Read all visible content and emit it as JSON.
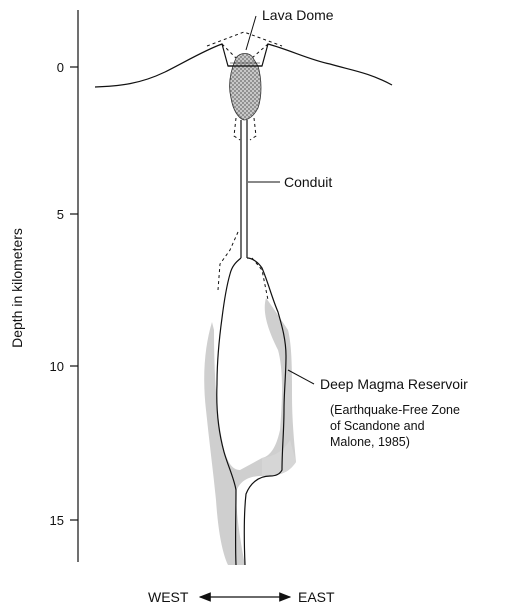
{
  "figure": {
    "y_axis": {
      "label": "Depth in kilometers",
      "ticks": [
        "0",
        "5",
        "10",
        "15"
      ]
    },
    "labels": {
      "lava_dome": "Lava Dome",
      "conduit": "Conduit",
      "reservoir": "Deep Magma Reservoir",
      "note_1": "(Earthquake-Free Zone",
      "note_2": "of Scandone and",
      "note_3": "Malone, 1985)"
    },
    "direction": {
      "west": "WEST",
      "east": "EAST"
    }
  }
}
